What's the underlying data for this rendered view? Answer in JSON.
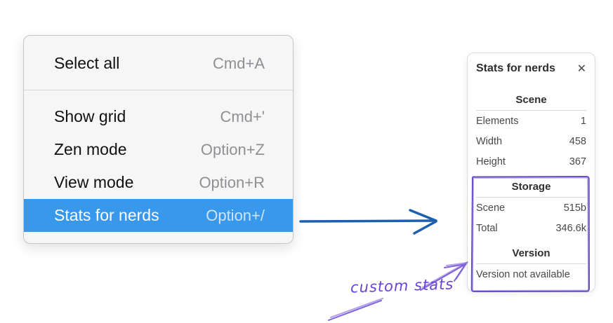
{
  "menu": {
    "items": [
      {
        "label": "Select all",
        "shortcut": "Cmd+A",
        "highlighted": false
      },
      {
        "label": "Show grid",
        "shortcut": "Cmd+'",
        "highlighted": false
      },
      {
        "label": "Zen mode",
        "shortcut": "Option+Z",
        "highlighted": false
      },
      {
        "label": "View mode",
        "shortcut": "Option+R",
        "highlighted": false
      },
      {
        "label": "Stats for nerds",
        "shortcut": "Option+/",
        "highlighted": true
      }
    ]
  },
  "panel": {
    "title": "Stats for nerds",
    "close_icon": "✕",
    "sections": [
      {
        "heading": "Scene",
        "rows": [
          {
            "label": "Elements",
            "value": "1"
          },
          {
            "label": "Width",
            "value": "458"
          },
          {
            "label": "Height",
            "value": "367"
          }
        ]
      },
      {
        "heading": "Storage",
        "rows": [
          {
            "label": "Scene",
            "value": "515b"
          },
          {
            "label": "Total",
            "value": "346.6k"
          }
        ]
      },
      {
        "heading": "Version",
        "note": "Version not available"
      }
    ]
  },
  "annotations": {
    "custom_stats_label": "custom stats",
    "colors": {
      "menu_highlight_blue": "#3898ec",
      "arrow_blue": "#1d5fae",
      "annotation_purple": "#7e63da",
      "box_purple": "#6a50c4",
      "label_purple": "#6b42d6"
    }
  }
}
